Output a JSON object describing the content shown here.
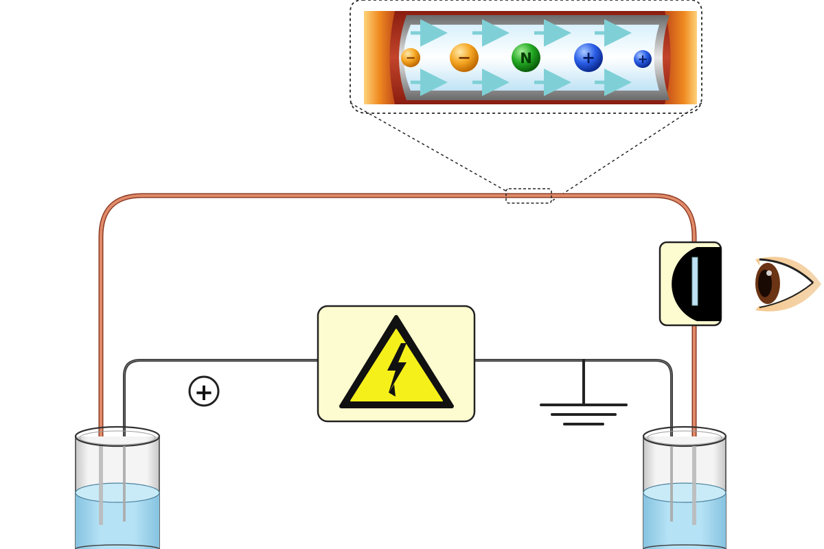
{
  "diagram": {
    "anode_symbol": "+",
    "warning_symbol": "high-voltage-warning-icon",
    "ground_symbol": "ground-icon",
    "detector": "uv-detector-window",
    "observer": "eye-icon",
    "flow_direction": "left-to-right"
  },
  "inset": {
    "ions": [
      {
        "label": "−",
        "charge": "negative",
        "color": "#f0a020"
      },
      {
        "label": "−",
        "charge": "negative",
        "color": "#f0a020"
      },
      {
        "label": "N",
        "charge": "neutral",
        "color": "#2aa02a"
      },
      {
        "label": "+",
        "charge": "positive",
        "color": "#2255dd"
      },
      {
        "label": "+",
        "charge": "positive",
        "color": "#2255dd"
      }
    ]
  },
  "colors": {
    "capillary": "#d9735a",
    "electrode_wire": "#333333",
    "buffer": "#a8dcf2",
    "warning_box": "#fdfbd0",
    "warning_sign": "#f5f01a",
    "flow_arrow": "#7fd0d6"
  }
}
